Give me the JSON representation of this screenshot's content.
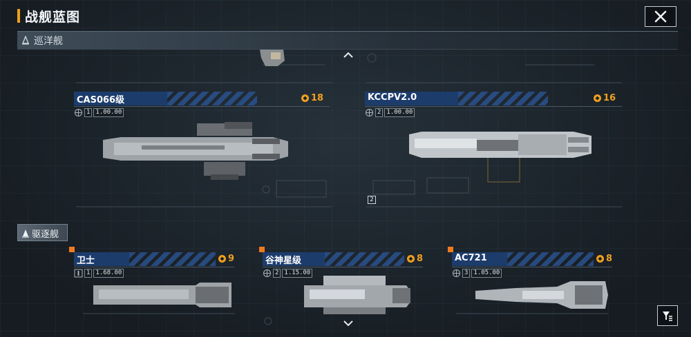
{
  "header": {
    "title": "战舰蓝图"
  },
  "categories": {
    "cruiser": {
      "label": "巡洋舰"
    },
    "destroyer": {
      "label": "驱逐舰"
    }
  },
  "cards": [
    {
      "name": "CAS066级",
      "cost": "18",
      "stat_level": "1",
      "stat_value": "1.00.00",
      "new": false
    },
    {
      "name": "KCCPV2.0",
      "cost": "16",
      "stat_level": "2",
      "stat_value": "1.00.00",
      "new": false,
      "variant_label": "2"
    },
    {
      "name": "卫士",
      "cost": "9",
      "stat_level": "1",
      "stat_value": "1.68.00",
      "new": true
    },
    {
      "name": "谷神星级",
      "cost": "8",
      "stat_level": "2",
      "stat_value": "1.15.00",
      "new": true
    },
    {
      "name": "AC721",
      "cost": "8",
      "stat_level": "3",
      "stat_value": "1.05.00",
      "new": true
    }
  ],
  "colors": {
    "accent": "#f0a018",
    "name_bar": "#1c3c6c",
    "cost": "#f0a020",
    "new_badge": "#f07a1e"
  },
  "icons": {
    "close": "close-icon",
    "filter": "filter-icon",
    "cost": "resource-icon",
    "ship_class": "ship-class-icon",
    "stat": "globe-icon"
  }
}
